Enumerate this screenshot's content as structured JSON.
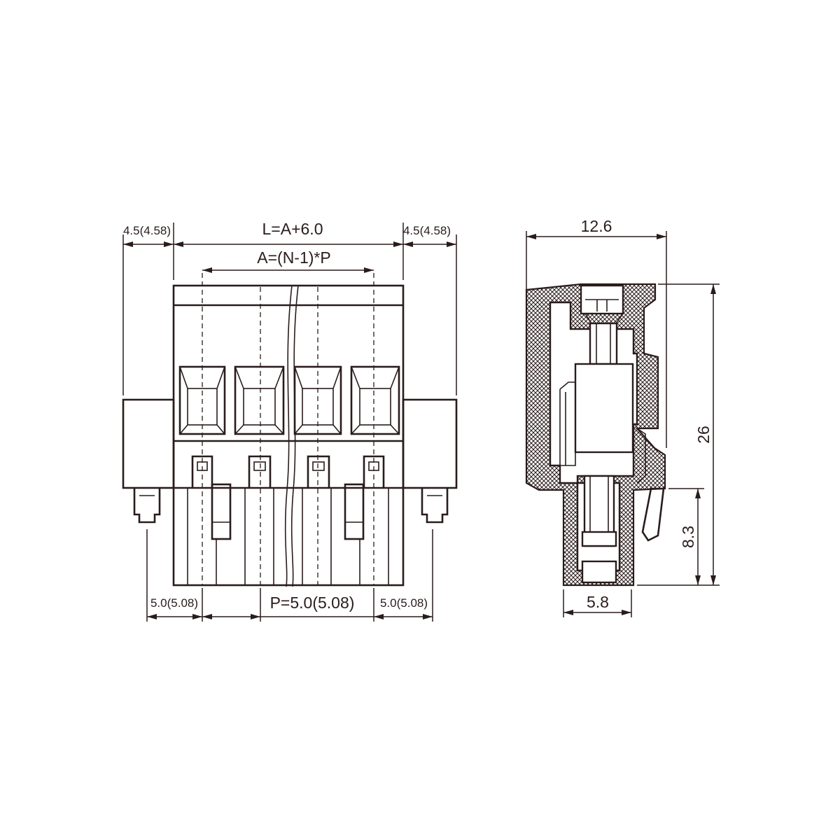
{
  "front_view": {
    "overall_length_label": "L=A+6.0",
    "pin_span_label": "A=(N-1)*P",
    "left_flange_label": "4.5(4.58)",
    "right_flange_label": "4.5(4.58)",
    "pitch_label": "P=5.0(5.08)",
    "left_peg_offset_label": "5.0(5.08)",
    "right_peg_offset_label": "5.0(5.08)"
  },
  "side_view": {
    "depth_label": "12.6",
    "height_label": "26",
    "pin_height_label": "8.3",
    "pin_width_label": "5.8"
  }
}
